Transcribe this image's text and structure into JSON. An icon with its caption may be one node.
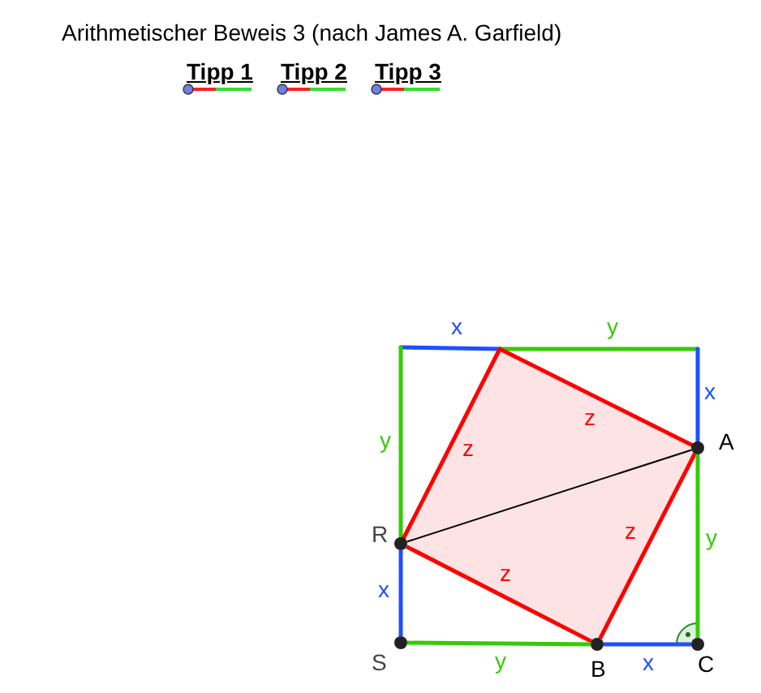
{
  "diagram": {
    "title": "Arithmetischer Beweis 3 (nach James A. Garfield)",
    "nodes": [
      {
        "text": [
          "R"
        ]
      },
      {
        "text": [
          "A"
        ]
      },
      {
        "text": [
          "S"
        ]
      },
      {
        "text": [
          "B"
        ]
      },
      {
        "text": [
          "C"
        ]
      }
    ],
    "edges": [
      {
        "from": 0,
        "to": 1,
        "arrow": "none",
        "color": "#000000"
      },
      {
        "from": 0,
        "to": 3,
        "arrow": "none",
        "label": "z",
        "color": "#ff0000"
      },
      {
        "from": 3,
        "to": 1,
        "arrow": "none",
        "label": "z",
        "color": "#ff0000"
      },
      {
        "from": 2,
        "to": 3,
        "arrow": "none",
        "label": "y",
        "color": "#33cc00"
      },
      {
        "from": 3,
        "to": 4,
        "arrow": "none",
        "label": "x",
        "color": "#1e4fff"
      },
      {
        "from": 4,
        "to": 1,
        "arrow": "none",
        "label": "y",
        "color": "#33cc00"
      },
      {
        "from": 0,
        "to": 2,
        "arrow": "none",
        "label": "x",
        "color": "#1e4fff"
      }
    ],
    "labels": [
      "Tipp 1",
      "Tipp 2",
      "Tipp 3",
      "x",
      "y",
      "x",
      "y",
      "z",
      "z"
    ]
  }
}
